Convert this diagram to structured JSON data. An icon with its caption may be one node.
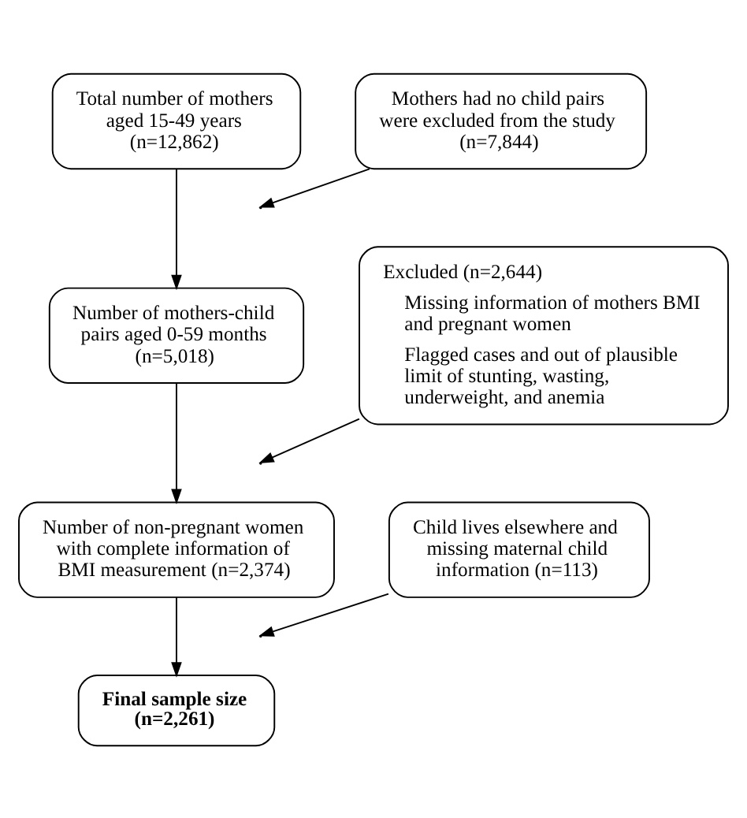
{
  "diagram": {
    "nodes": [
      {
        "text": [
          "Total number of mothers aged 15-49 years (n=12,862)"
        ]
      },
      {
        "text": [
          "Mothers had no child pairs were excluded from the study (n=7,844)"
        ]
      },
      {
        "text": [
          "Number of mothers-child pairs aged 0-59 months (n=5,018)"
        ]
      },
      {
        "text": [
          "Excluded (n=2,644)",
          "Missing information of mothers BMI and pregnant women",
          "Flagged cases and out of plausible limit of stunting, wasting, underweight, and anemia"
        ]
      },
      {
        "text": [
          "Number of non-pregnant women with complete information of BMI measurement (n=2,374)"
        ]
      },
      {
        "text": [
          "Child lives elsewhere and missing maternal child information (n=113)"
        ]
      },
      {
        "text": [
          "Final sample size (n=2,261)"
        ]
      }
    ],
    "edges": [
      {
        "from": 0,
        "to": 2,
        "arrow": "to"
      },
      {
        "from": 1,
        "to": null,
        "arrow": "to"
      },
      {
        "from": 2,
        "to": 4,
        "arrow": "to"
      },
      {
        "from": 3,
        "to": null,
        "arrow": "to"
      },
      {
        "from": 4,
        "to": 6,
        "arrow": "to"
      },
      {
        "from": 5,
        "to": null,
        "arrow": "to"
      }
    ]
  }
}
